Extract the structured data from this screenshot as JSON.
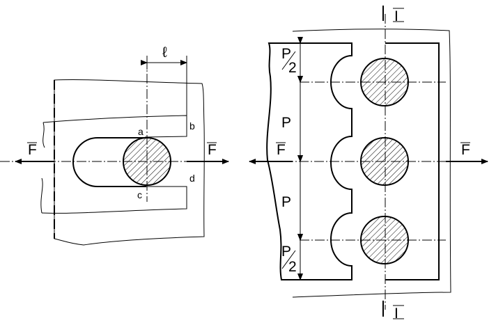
{
  "left_figure": {
    "force_left": "F",
    "force_right": "F",
    "length_label": "ℓ",
    "point_a": "a",
    "point_b": "b",
    "point_c": "c",
    "point_d": "d"
  },
  "right_figure": {
    "section_top": "I",
    "section_bottom": "I",
    "force_left": "F",
    "force_right": "F",
    "pitch_half_top_num": "P",
    "pitch_half_top_den": "2",
    "pitch_upper": "P",
    "pitch_lower": "P",
    "pitch_half_bottom_num": "P",
    "pitch_half_bottom_den": "2"
  }
}
